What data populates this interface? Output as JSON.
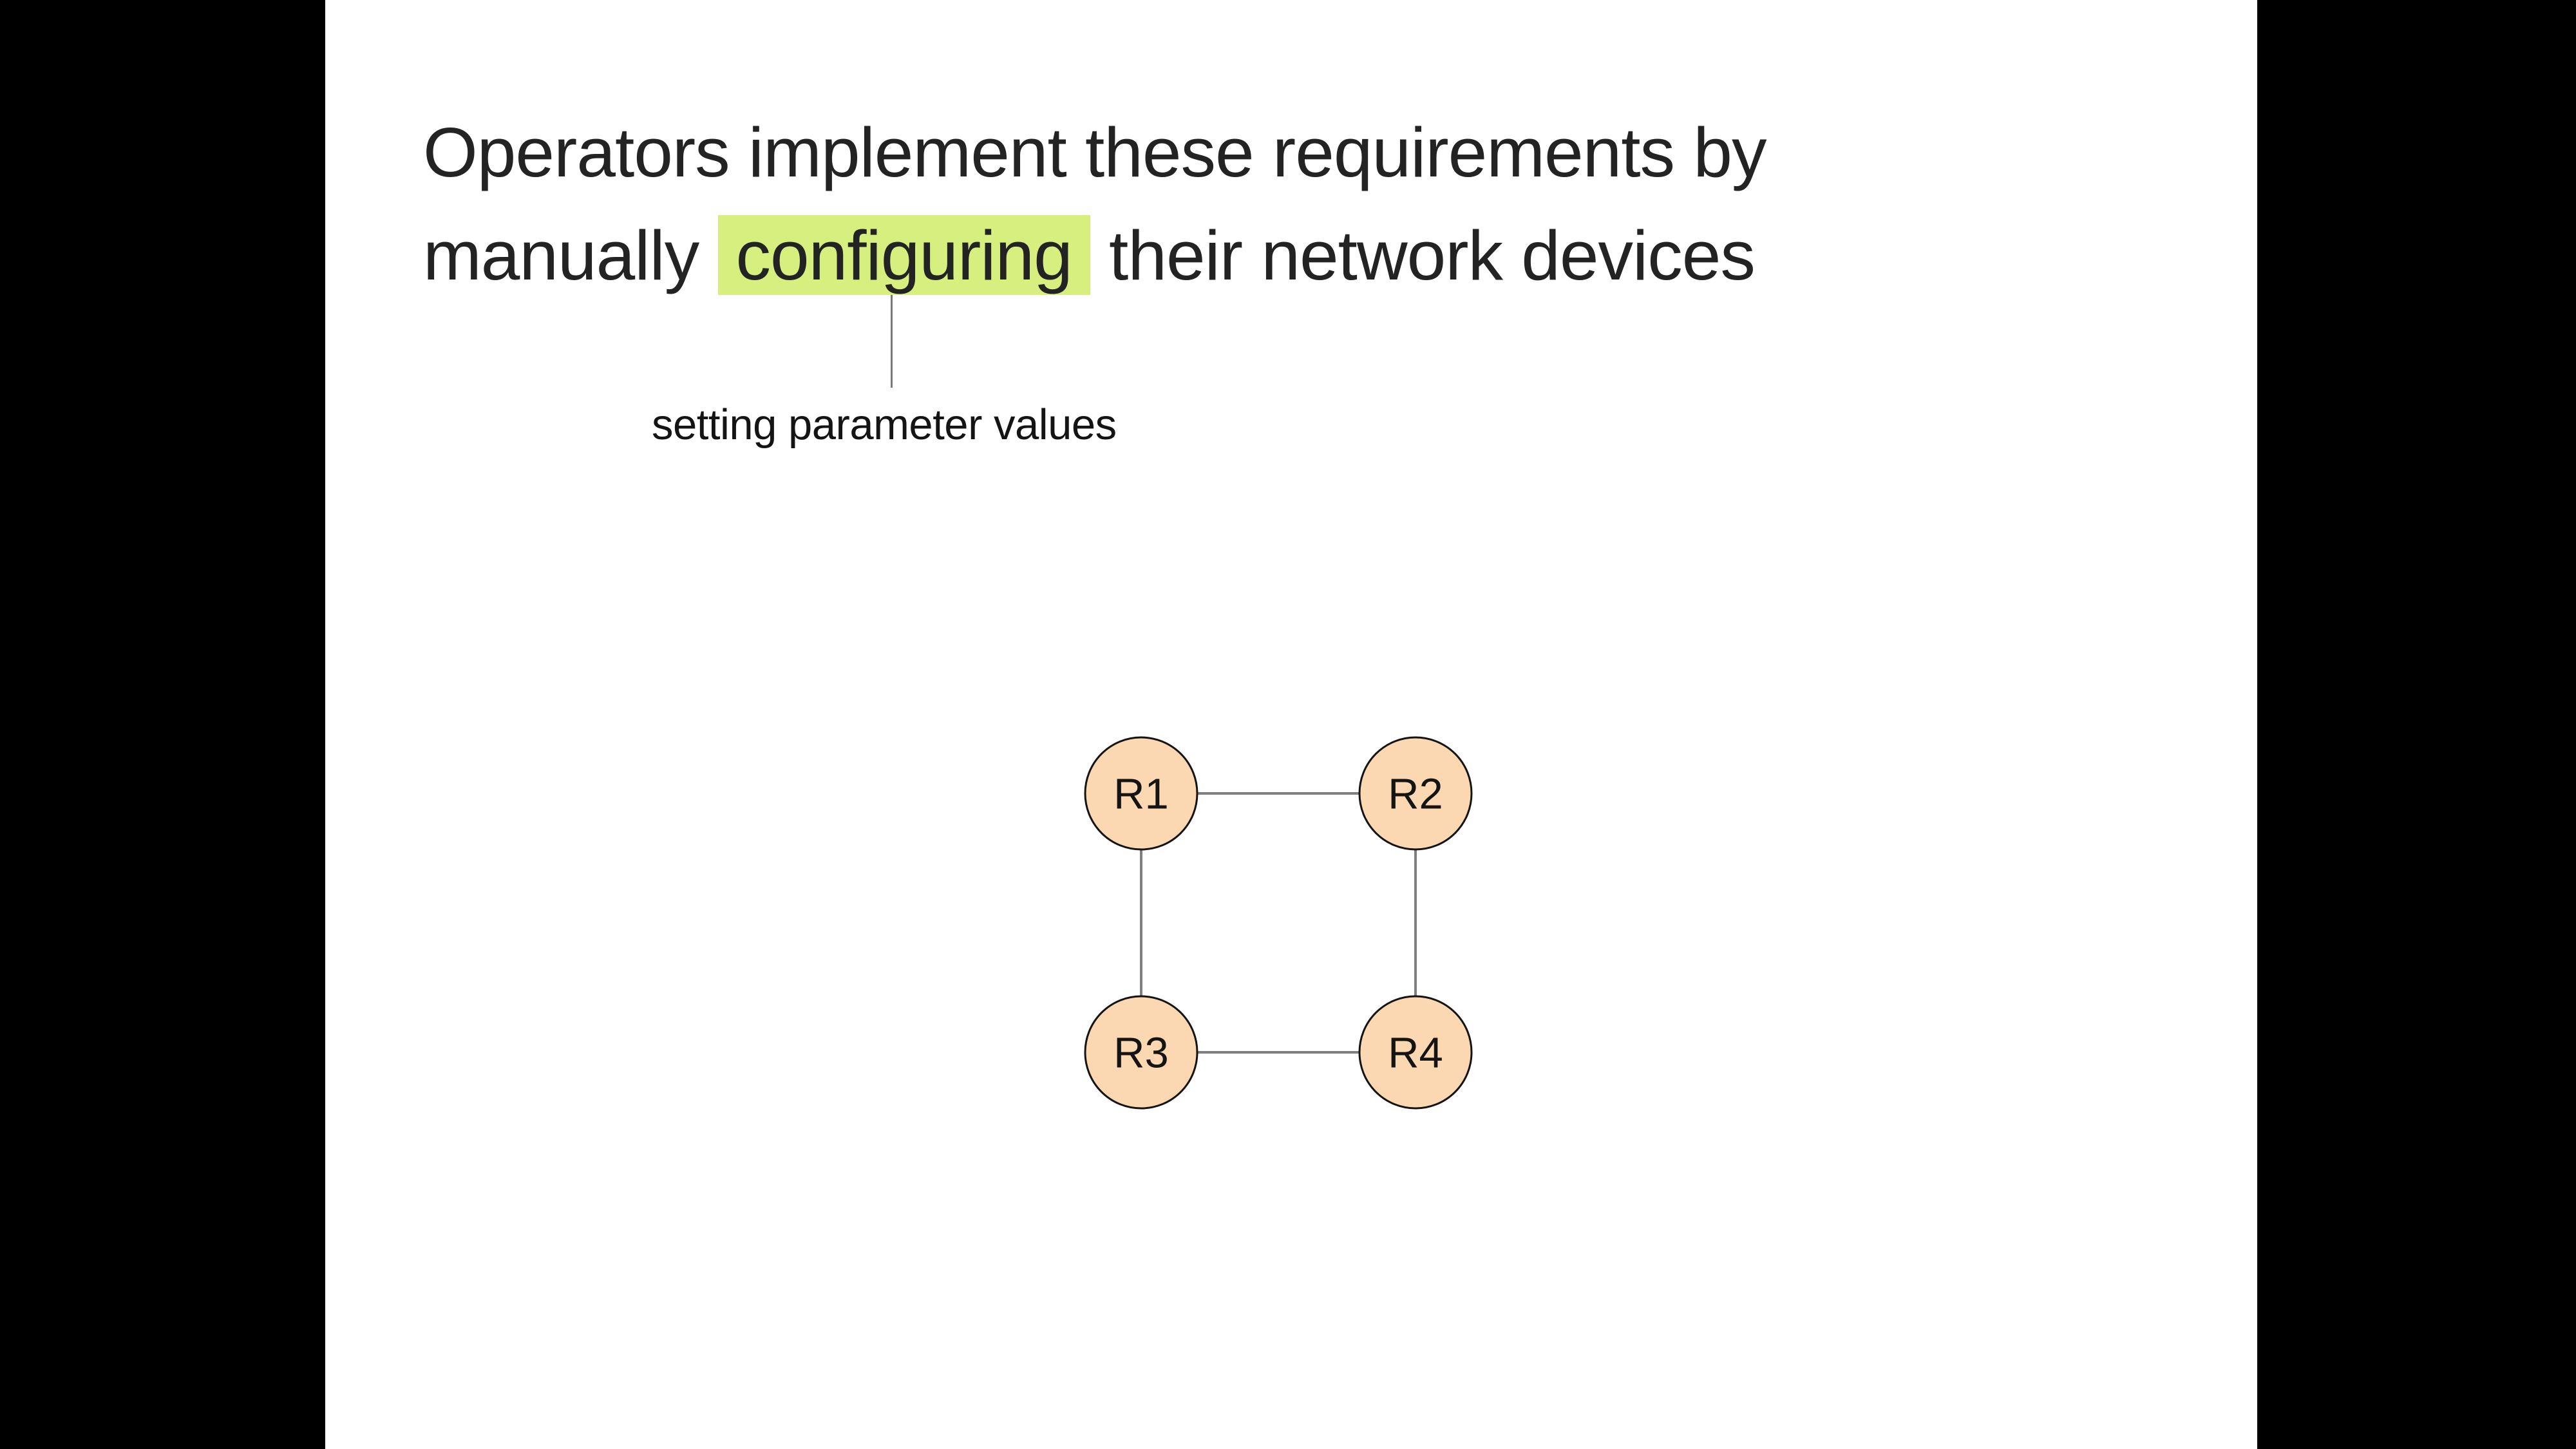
{
  "slide": {
    "background_color": "#ffffff",
    "letterbox_color": "#000000",
    "title": {
      "line1": "Operators implement these requirements by",
      "line2_before": "manually ",
      "highlight_word": "configuring",
      "line2_after": " their network devices",
      "highlight_color": "#d7ef7f",
      "text_color": "#232323"
    },
    "callout": {
      "label": "setting parameter values",
      "line_color": "#7a7a7a"
    },
    "diagram": {
      "type": "network-topology",
      "node_fill_color": "#fbd8b2",
      "node_border_color": "#141414",
      "edge_color": "#7f7f7f",
      "nodes": [
        {
          "id": "R1",
          "label": "R1"
        },
        {
          "id": "R2",
          "label": "R2"
        },
        {
          "id": "R3",
          "label": "R3"
        },
        {
          "id": "R4",
          "label": "R4"
        }
      ],
      "edges": [
        {
          "from": "R1",
          "to": "R2"
        },
        {
          "from": "R1",
          "to": "R3"
        },
        {
          "from": "R2",
          "to": "R4"
        },
        {
          "from": "R3",
          "to": "R4"
        }
      ]
    }
  }
}
